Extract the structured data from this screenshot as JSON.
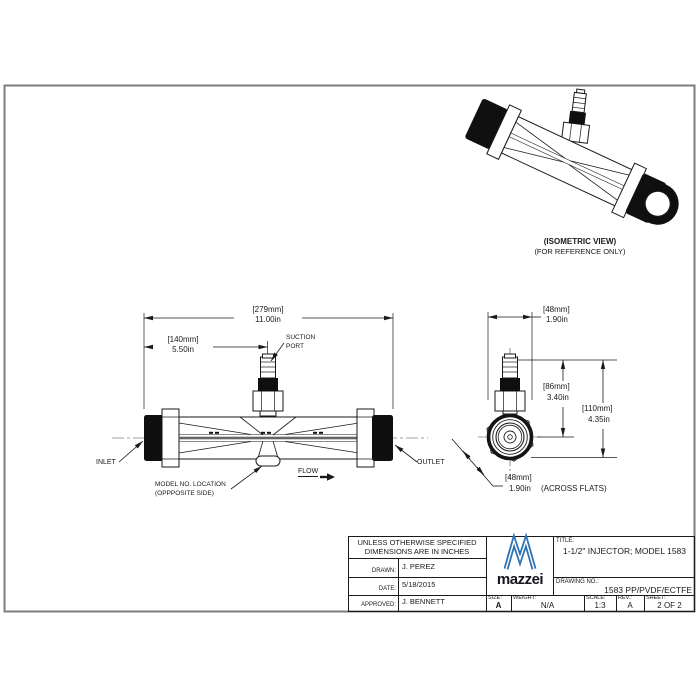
{
  "isometric_view": {
    "caption_bold": "(ISOMETRIC VIEW)",
    "caption_sub": "(FOR REFERENCE ONLY)"
  },
  "side_view": {
    "dim_overall_mm": "[279mm]",
    "dim_overall_in": "11.00in",
    "dim_port_mm": "[140mm]",
    "dim_port_in": "5.50in",
    "suction_port_label_l1": "SUCTION",
    "suction_port_label_l2": "PORT",
    "inlet_label": "INLET",
    "outlet_label": "OUTLET",
    "flow_label": "FLOW",
    "model_location_l1": "MODEL NO. LOCATION",
    "model_location_l2": "(OPPPOSITE SIDE)"
  },
  "end_view": {
    "dim_width_mm": "[48mm]",
    "dim_width_in": "1.90in",
    "dim_port_height_mm": "[86mm]",
    "dim_port_height_in": "3.40in",
    "dim_overall_height_mm": "[110mm]",
    "dim_overall_height_in": "4.35in",
    "dim_across_flats_mm": "[48mm]",
    "dim_across_flats_in": "1.90in",
    "dim_across_flats_note": "(ACROSS FLATS)"
  },
  "title_block": {
    "tolerance_note_l1": "UNLESS OTHERWISE SPECIFIED",
    "tolerance_note_l2": "DIMENSIONS ARE IN INCHES",
    "drawn_label": "DRAWN:",
    "drawn_value": "J. PEREZ",
    "date_label": "DATE:",
    "date_value": "5/18/2015",
    "approved_label": "APPROVED:",
    "approved_value": "J. BENNETT",
    "logo_text": "mazzei",
    "title_label": "TITLE:",
    "title_value": "1-1/2\" INJECTOR; MODEL 1583",
    "drawing_no_label": "DRAWING NO.:",
    "drawing_no_value": "1583 PP/PVDF/ECTFE",
    "size_label": "SIZE:",
    "size_value": "A",
    "weight_label": "WEIGHT:",
    "weight_value": "N/A",
    "scale_label": "SCALE:",
    "scale_value": "1:3",
    "rev_label": "REV.:",
    "rev_value": "A",
    "sheet_label": "SHEET:",
    "sheet_value": "2 OF 2"
  },
  "colors": {
    "logo_blue": "#2e72b5",
    "line_black": "#1a1a1a",
    "frame_gray": "#7e7e7e"
  }
}
